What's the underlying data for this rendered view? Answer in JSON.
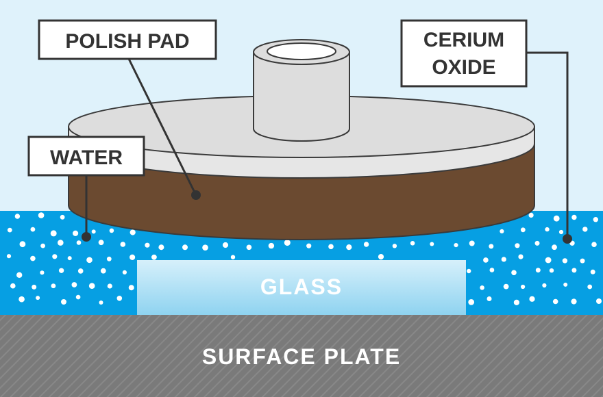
{
  "labels": {
    "polish_pad": "POLISH PAD",
    "cerium_oxide_line1": "CERIUM",
    "cerium_oxide_line2": "OXIDE",
    "water": "WATER",
    "glass": "GLASS",
    "surface_plate": "SURFACE PLATE"
  },
  "colors": {
    "sky": "#dff2fb",
    "water": "#069fe3",
    "pad_top": "#dddddd",
    "pad_body": "#6b4a30",
    "glass_top": "#d6f0fb",
    "glass_bottom": "#8fd3f0",
    "surface_plate": "#7a7a7a",
    "outline": "#3a3a3a",
    "label_text": "#333333"
  }
}
